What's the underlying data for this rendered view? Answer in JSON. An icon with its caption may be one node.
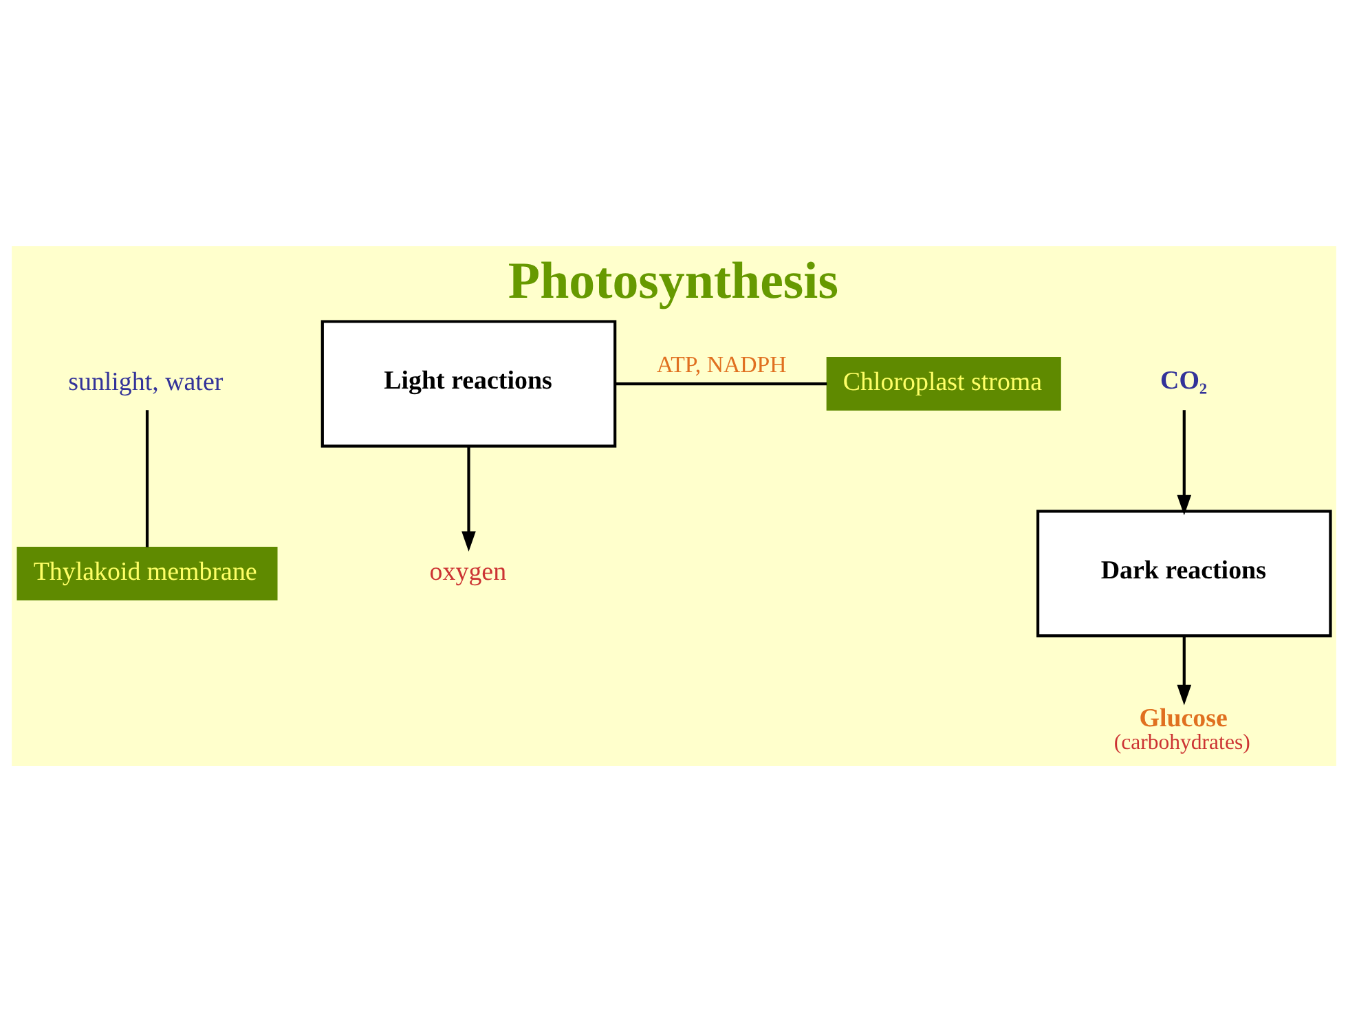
{
  "diagram": {
    "title": "Photosynthesis",
    "nodes": [
      {
        "text": [
          "sunlight, water"
        ]
      },
      {
        "text": [
          "Thylakoid membrane"
        ]
      },
      {
        "text": [
          "Light reactions"
        ]
      },
      {
        "text": [
          "CO₂"
        ]
      },
      {
        "text": [
          "Dark reactions"
        ]
      },
      {
        "text": [
          "Chloroplast stroma"
        ]
      },
      {
        "text": [
          "oxygen"
        ]
      },
      {
        "text": [
          "Glucose"
        ],
        "beside": [
          "(carbohydrates)"
        ]
      }
    ],
    "edges": [
      {
        "from": 0,
        "to": 1,
        "arrow": "none"
      },
      {
        "from": 3,
        "to": 4,
        "arrow": "to"
      },
      {
        "from": 2,
        "to": 5,
        "arrow": "none",
        "label": "ATP, NADPH"
      },
      {
        "from": 2,
        "to": 6,
        "arrow": "to"
      },
      {
        "from": 4,
        "to": 7,
        "arrow": "to"
      }
    ]
  }
}
